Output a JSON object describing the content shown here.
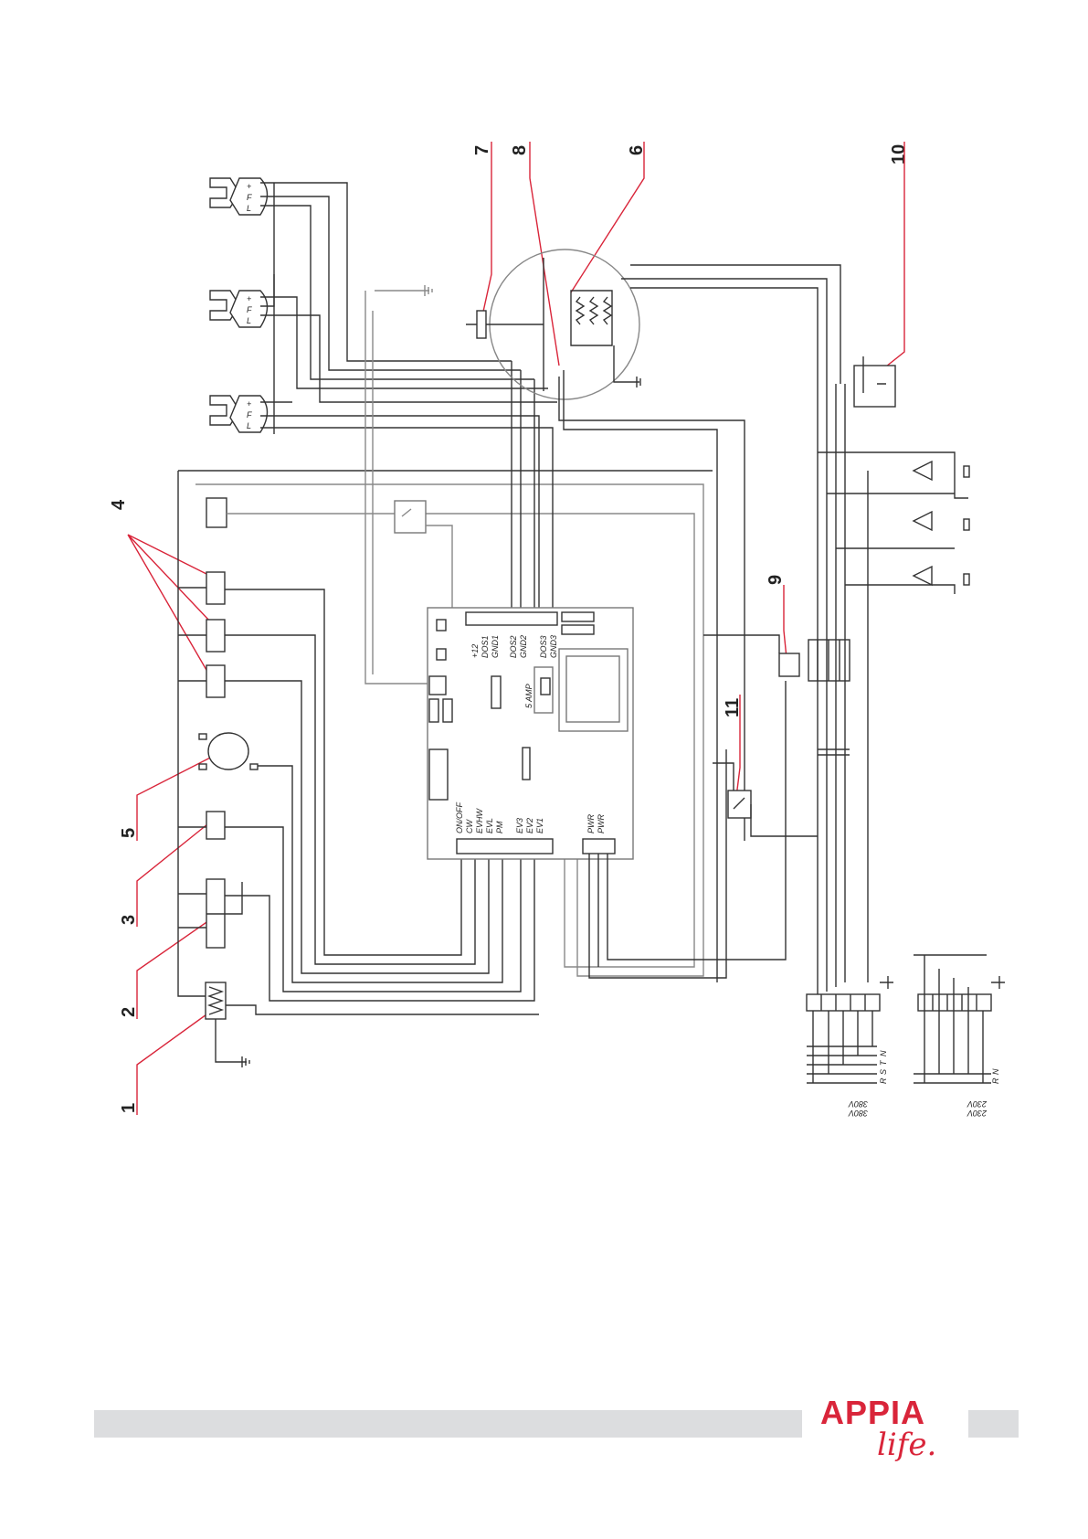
{
  "diagram": {
    "title": "Wiring diagram",
    "callouts": [
      "1",
      "2",
      "3",
      "4",
      "5",
      "6",
      "7",
      "8",
      "9",
      "10",
      "11"
    ],
    "board": {
      "top_connector_labels": [
        "+12",
        "DOS1",
        "GND1",
        "DOS2",
        "GND2",
        "DOS3",
        "GND3"
      ],
      "bottom_connector_labels": [
        "ON/OFF",
        "CW",
        "EVHW",
        "EVL",
        "PM",
        "EV3",
        "EV2",
        "EV1"
      ],
      "power_labels": [
        "PWR",
        "PWR"
      ],
      "fuse_label": "5 AMP"
    },
    "pump_labels": [
      "+",
      "F",
      "L"
    ],
    "supply_380": {
      "voltage": [
        "380V",
        "380V"
      ],
      "terminals": [
        "R",
        "S",
        "T",
        "N"
      ]
    },
    "supply_230": {
      "voltage": [
        "230V",
        "230V"
      ],
      "terminals": [
        "R",
        "N"
      ]
    }
  },
  "footer": {
    "brand_top": "APPIA",
    "brand_bottom": "life.",
    "brand_color": "#d9253a"
  }
}
